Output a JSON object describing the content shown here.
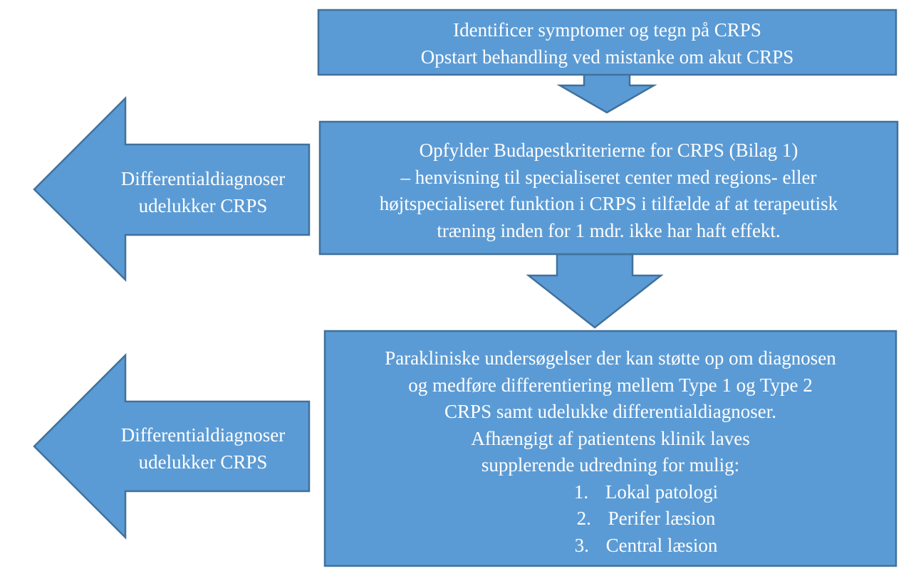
{
  "colors": {
    "fill": "#5b9bd5",
    "stroke": "#41719c",
    "text": "#ffffff"
  },
  "boxes": {
    "step1": {
      "lines": [
        "Identificer symptomer og tegn på CRPS",
        "Opstart behandling ved mistanke om akut CRPS"
      ]
    },
    "step2": {
      "lines": [
        "Opfylder Budapestkriterierne for CRPS (Bilag 1)",
        "– henvisning til specialiseret  center med regions- eller",
        "højtspecialiseret  funktion i CRPS i tilfælde af at terapeutisk",
        "træning inden for 1 mdr. ikke har haft effekt."
      ]
    },
    "step3": {
      "lines": [
        "Parakliniske undersøgelser der kan støtte op om diagnosen",
        "og medføre differentiering mellem Type 1 og Type 2",
        "CRPS samt udelukke differentialdiagnoser.",
        "Afhængigt af patientens klinik laves",
        "supplerende udredning for mulig:"
      ],
      "list": [
        {
          "num": "1.",
          "text": "Lokal patologi"
        },
        {
          "num": "2.",
          "text": "Perifer læsion"
        },
        {
          "num": "3.",
          "text": "Central læsion"
        }
      ]
    }
  },
  "side_arrows": {
    "top": {
      "lines": [
        "Differentialdiagnoser",
        "udelukker CRPS"
      ]
    },
    "bottom": {
      "lines": [
        "Differentialdiagnoser",
        "udelukker CRPS"
      ]
    }
  }
}
